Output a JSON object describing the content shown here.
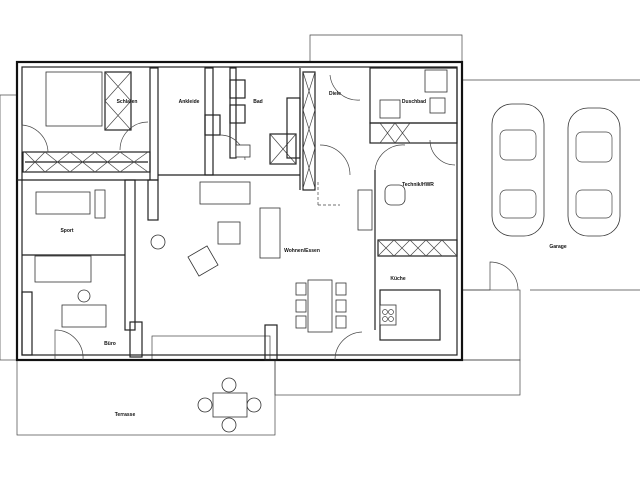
{
  "plan": {
    "rooms": {
      "schlafen": "Schlafen",
      "ankleide": "Ankleide",
      "bad": "Bad",
      "diele": "Diele",
      "duschbad": "Duschbad",
      "technik": "Technik/HWR",
      "sport": "Sport",
      "wohnen": "Wohnen/Essen",
      "kueche": "Küche",
      "buero": "Büro",
      "terrasse": "Terrasse",
      "garage": "Garage"
    },
    "colors": {
      "line": "#222222",
      "background": "#ffffff"
    }
  }
}
